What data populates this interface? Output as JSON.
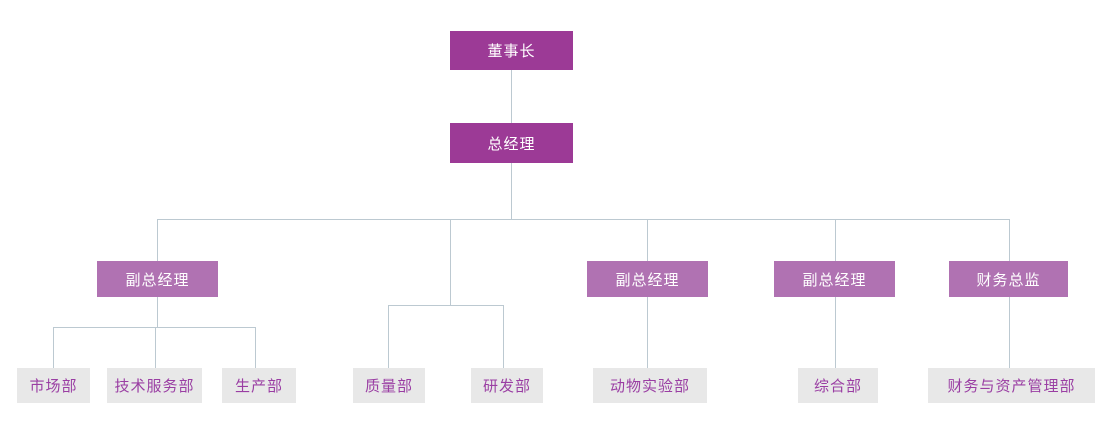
{
  "diagram": {
    "type": "org-chart",
    "background": "#FFFFFF",
    "palette": {
      "executive_fill": "#9C3A96",
      "executive_text": "#FFFFFF",
      "manager_fill": "#B072B2",
      "manager_text": "#FFFFFF",
      "department_fill": "#E8E8E8",
      "department_text": "#9A3EA3",
      "connector_line": "#BCC9D1"
    },
    "nodes": [
      {
        "id": "chairman",
        "label": "董事长",
        "level": "executive"
      },
      {
        "id": "general-manager",
        "label": "总经理",
        "level": "executive"
      },
      {
        "id": "vice-general-manager-1",
        "label": "副总经理",
        "level": "manager"
      },
      {
        "id": "vice-general-manager-2",
        "label": "副总经理",
        "level": "manager"
      },
      {
        "id": "vice-general-manager-3",
        "label": "副总经理",
        "level": "manager"
      },
      {
        "id": "finance-director",
        "label": "财务总监",
        "level": "manager"
      },
      {
        "id": "marketing-dept",
        "label": "市场部",
        "level": "department"
      },
      {
        "id": "technical-service-dept",
        "label": "技术服务部",
        "level": "department"
      },
      {
        "id": "production-dept",
        "label": "生产部",
        "level": "department"
      },
      {
        "id": "quality-dept",
        "label": "质量部",
        "level": "department"
      },
      {
        "id": "rd-dept",
        "label": "研发部",
        "level": "department"
      },
      {
        "id": "animal-lab-dept",
        "label": "动物实验部",
        "level": "department"
      },
      {
        "id": "general-affairs-dept",
        "label": "综合部",
        "level": "department"
      },
      {
        "id": "finance-asset-mgmt-dept",
        "label": "财务与资产管理部",
        "level": "department"
      }
    ],
    "hierarchy": {
      "chairman": [
        "general-manager"
      ],
      "general-manager": [
        "vice-general-manager-1",
        "quality-rd-branch",
        "vice-general-manager-2",
        "vice-general-manager-3",
        "finance-director"
      ],
      "vice-general-manager-1": [
        "marketing-dept",
        "technical-service-dept",
        "production-dept"
      ],
      "quality-rd-branch": [
        "quality-dept",
        "rd-dept"
      ],
      "vice-general-manager-2": [
        "animal-lab-dept"
      ],
      "vice-general-manager-3": [
        "general-affairs-dept"
      ],
      "finance-director": [
        "finance-asset-mgmt-dept"
      ]
    }
  }
}
